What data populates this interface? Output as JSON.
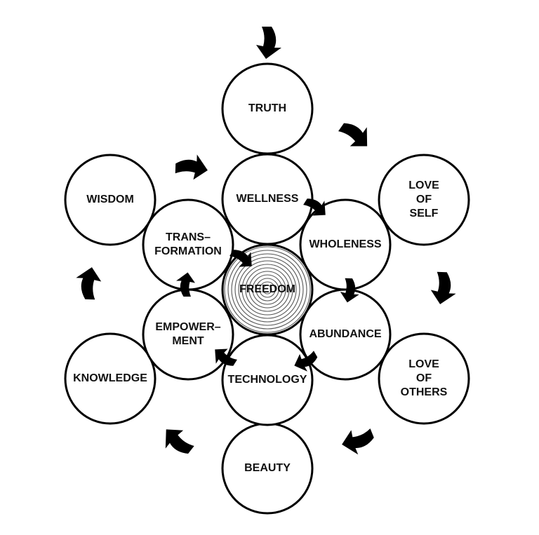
{
  "nodes": [
    {
      "id": "truth",
      "lines": [
        "TRUTH"
      ]
    },
    {
      "id": "love-of-self",
      "lines": [
        "LOVE",
        "OF",
        "SELF"
      ]
    },
    {
      "id": "love-of-others",
      "lines": [
        "LOVE",
        "OF",
        "OTHERS"
      ]
    },
    {
      "id": "beauty",
      "lines": [
        "BEAUTY"
      ]
    },
    {
      "id": "knowledge",
      "lines": [
        "KNOWLEDGE"
      ]
    },
    {
      "id": "wisdom",
      "lines": [
        "WISDOM"
      ]
    },
    {
      "id": "wellness",
      "lines": [
        "WELLNESS"
      ]
    },
    {
      "id": "wholeness",
      "lines": [
        "WHOLENESS"
      ]
    },
    {
      "id": "abundance",
      "lines": [
        "ABUNDANCE"
      ]
    },
    {
      "id": "technology",
      "lines": [
        "TECHNOLOGY"
      ]
    },
    {
      "id": "empowerment",
      "lines": [
        "EMPOWER–",
        "MENT"
      ]
    },
    {
      "id": "transformation",
      "lines": [
        "TRANS–",
        "FORMATION"
      ]
    },
    {
      "id": "freedom",
      "lines": [
        "FREEDOM"
      ]
    }
  ],
  "edges": [
    {
      "from": "",
      "to": "truth"
    },
    {
      "from": "truth",
      "to": "love-of-self"
    },
    {
      "from": "love-of-self",
      "to": "love-of-others"
    },
    {
      "from": "love-of-others",
      "to": "beauty"
    },
    {
      "from": "beauty",
      "to": "knowledge"
    },
    {
      "from": "knowledge",
      "to": "wisdom"
    },
    {
      "from": "wisdom",
      "to": "wellness"
    },
    {
      "from": "wellness",
      "to": "wholeness"
    },
    {
      "from": "wholeness",
      "to": "abundance"
    },
    {
      "from": "abundance",
      "to": "technology"
    },
    {
      "from": "technology",
      "to": "empowerment"
    },
    {
      "from": "empowerment",
      "to": "transformation"
    },
    {
      "from": "transformation",
      "to": "freedom"
    }
  ],
  "colors": {
    "stroke": "#000000",
    "fill": "#ffffff",
    "rings": "#555555"
  }
}
